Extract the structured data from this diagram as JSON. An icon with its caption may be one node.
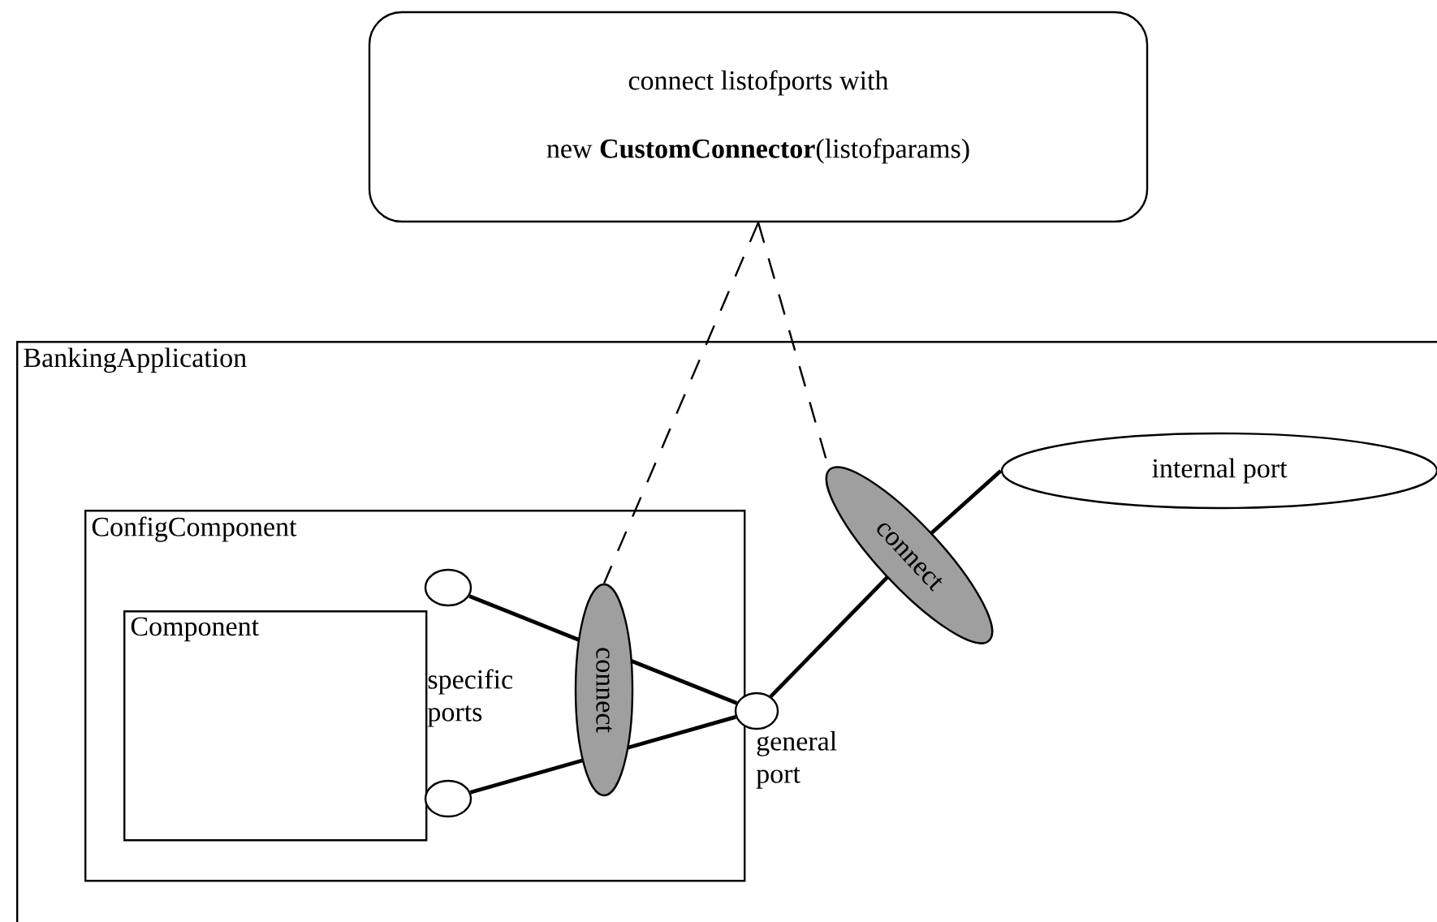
{
  "diagram": {
    "nodes": [
      {
        "text": [
          "connect listofports with",
          "new **CustomConnector**(listofparams)"
        ]
      },
      {
        "text": [
          "BankingApplication"
        ]
      },
      {
        "text": [
          "ConfigComponent"
        ],
        "in": 1
      },
      {
        "text": [
          "Component"
        ],
        "in": 2
      },
      {
        "text": [],
        "shape": "circle",
        "in": 2
      },
      {
        "text": [],
        "shape": "circle",
        "in": 2
      },
      {
        "text": [
          "connect"
        ],
        "in": 2
      },
      {
        "text": [],
        "shape": "circle",
        "in": 1,
        "beside": [
          "general port"
        ]
      },
      {
        "text": [
          "connect"
        ],
        "in": 1
      },
      {
        "text": [
          "internal port"
        ],
        "in": 1
      }
    ],
    "edges": [
      {
        "from": 0,
        "to": 6,
        "arrow": "none",
        "style": "dashed"
      },
      {
        "from": 0,
        "to": 8,
        "arrow": "none",
        "style": "dashed"
      },
      {
        "from": 4,
        "to": 6,
        "arrow": "none"
      },
      {
        "from": 5,
        "to": 6,
        "arrow": "none"
      },
      {
        "from": 6,
        "to": 7,
        "arrow": "none"
      },
      {
        "from": 6,
        "to": 7,
        "arrow": "none"
      },
      {
        "from": 7,
        "to": 8,
        "arrow": "none"
      },
      {
        "from": 8,
        "to": 9,
        "arrow": "none"
      }
    ],
    "labels": [
      "specific ports"
    ]
  }
}
